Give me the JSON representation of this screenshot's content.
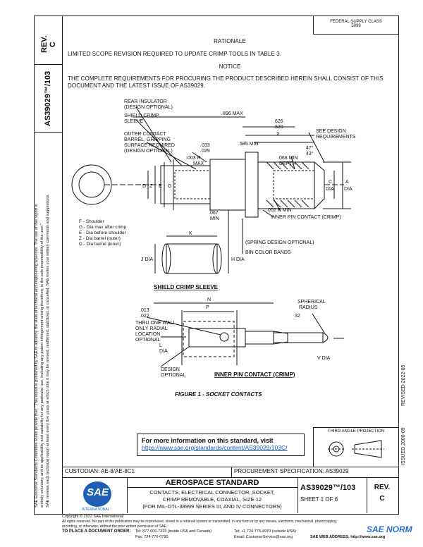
{
  "left_strip": {
    "rev_label": "REV.",
    "rev_value": "C",
    "doc_number": "AS39029™/103",
    "legal_notice_1": "SAE Executive Standards Committee Rules provide that: \"This report is published by SAE to advance the state of technical and engineering sciences. The use of this report is",
    "legal_notice_2": "entirely voluntary, and its applicability and suitability for any particular use, including any patent infringement arising therefrom, is the sole responsibility of the user.\"",
    "legal_notice_3": "SAE reviews each technical report at least every five years at which time it may be revised, reaffirmed, stabilized, or cancelled. SAE invites your written comments and suggestions."
  },
  "right_strip": {
    "dates": "REVISED 2022-05",
    "reaffirmed": "ISSUED 2000-09"
  },
  "header": {
    "fed_code_line1": "FEDERAL SUPPLY CLASS",
    "fed_code_line2": "5999"
  },
  "rationale": {
    "heading": "RATIONALE",
    "text": "LIMITED SCOPE REVISION REQUIRED TO UPDATE CRIMP TOOLS IN TABLE 3."
  },
  "notice": {
    "heading": "NOTICE",
    "text_line1": "THE COMPLETE REQUIREMENTS FOR PROCURING THE PRODUCT DESCRIBED HEREIN SHALL CONSIST OF THIS",
    "text_line2": "DOCUMENT AND THE LATEST ISSUE OF AS39029."
  },
  "drawing": {
    "rear_insulator": [
      "REAR INSULATOR",
      "(DESIGN OPTIONAL)"
    ],
    "shield_crimp": [
      "SHIELD CRIMP",
      "SLEEVE"
    ],
    "outer_contact": [
      "OUTER CONTACT",
      "BARREL, GRIPPING",
      "SURFACE REQUIRED",
      "(DESIGN OPTIONAL)"
    ],
    "dim_896": ".896 MAX",
    "dim_626": ".626",
    "dim_620": ".620",
    "dim_x": "X",
    "dim_585": ".585 MIN",
    "dim_033": ".033",
    "dim_029": ".029",
    "dim_003": ".003 R",
    "dim_max": "MAX",
    "dim_068": ".068 MIN",
    "dim_depth": "DEPTH",
    "see_design": [
      "SEE DESIGN",
      "REQUIREMENTS"
    ],
    "angle_47": "47°",
    "angle_43": "43°",
    "dim_c": "C",
    "dim_a": "A",
    "dia": "DIA",
    "letters_dzeg": [
      "D",
      "Z",
      "E",
      "G"
    ],
    "dim_067": ".067",
    "min": "MIN",
    "dim_002": ".002 R MIN",
    "inner_pin_crimp": "INNER PIN CONTACT (CRIMP)",
    "spring_design": "(SPRING DESIGN OPTIONAL)",
    "bin_color": "BIN COLOR BANDS",
    "legend": [
      "F - Shoulder",
      "G - Dia max after crimp",
      "E - Dia before shoulder",
      "Z - Dia barrel (outer)",
      "D - Dia barrel (inner)"
    ],
    "dim_k": "K",
    "dim_j": "J DIA",
    "dim_h": "H DIA",
    "shield_sleeve_title": "SHIELD CRIMP SLEEVE",
    "dim_013": ".013",
    "dim_022": ".022",
    "thru_wall": [
      "THRU ONE WALL",
      "ONLY RADIAL",
      "LOCATION",
      "OPTIONAL"
    ],
    "dim_n": "N",
    "dim_p": "P",
    "dim_l": "L",
    "spherical": [
      "SPHERICAL",
      "RADIUS"
    ],
    "finish_32": "32",
    "v_dia": "V DIA",
    "design_optional": [
      "DESIGN",
      "OPTIONAL"
    ],
    "inner_pin_title": "INNER PIN CONTACT (CRIMP)",
    "figure_caption": "FIGURE 1 - SOCKET CONTACTS"
  },
  "info_box": {
    "text": "For more information on this standard, visit",
    "url": "https://www.sae.org/standards/content/AS39029/103C/"
  },
  "projection": {
    "label": "THIRD ANGLE PROJECTION"
  },
  "custodian": "CUSTODIAN: AE-8/AE-8C1",
  "procurement": "PROCUREMENT SPECIFICATION: AS39029",
  "title_block": {
    "logo_text": "SAE",
    "logo_sub": "INTERNATIONAL",
    "standard": "AEROSPACE STANDARD",
    "desc_line1": "CONTACTS, ELECTRICAL CONNECTOR, SOCKET,",
    "desc_line2": "CRIMP REMOVABLE, COAXIAL, SIZE 12",
    "desc_line3": "(FOR MIL-DTL-38999 SERIES III, AND IV CONNECTORS)",
    "doc_number": "AS39029™/103",
    "sheet": "SHEET 1 OF 6",
    "rev_label": "REV.",
    "rev_value": "C"
  },
  "footer": {
    "copyright": "Copyright © 2022 SAE International",
    "rights": "All rights reserved. No part of this publication may be reproduced, stored in a retrieval system or transmitted, in any form or by any means, electronic, mechanical, photocopying,",
    "rights2": "recording, or otherwise, without the prior written permission of SAE.",
    "order": "TO PLACE A DOCUMENT ORDER:",
    "tel1": "Tel: 877-606-7323 (inside USA and Canada)",
    "tel2": "Tel: +1 724-776-4970 (outside USA)",
    "fax": "Fax: 724-776-0790",
    "email": "Email: CustomerService@sae.org",
    "web": "SAE WEB ADDRESS: http://www.sae.org",
    "watermark": "SAE NORM"
  }
}
